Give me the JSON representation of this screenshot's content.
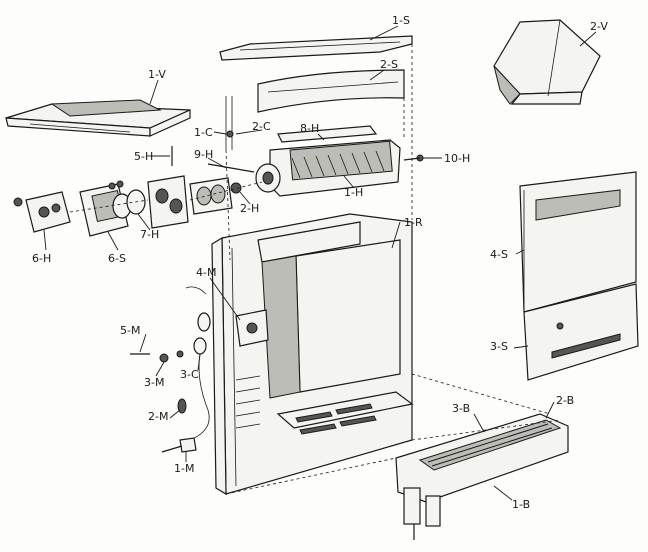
{
  "labels": {
    "s1": "1-S",
    "s2": "2-S",
    "s3": "3-S",
    "s4": "4-S",
    "s6": "6-S",
    "v1": "1-V",
    "v2": "2-V",
    "c1": "1-C",
    "c2": "2-C",
    "c3": "3-C",
    "h1": "1-H",
    "h2": "2-H",
    "h5": "5-H",
    "h6": "6-H",
    "h7": "7-H",
    "h8": "8-H",
    "h9": "9-H",
    "h10": "10-H",
    "r1": "1-R",
    "m1": "1-M",
    "m2": "2-M",
    "m3": "3-M",
    "m4": "4-M",
    "m5": "5-M",
    "b1": "1-B",
    "b2": "2-B",
    "b3": "3-B"
  }
}
